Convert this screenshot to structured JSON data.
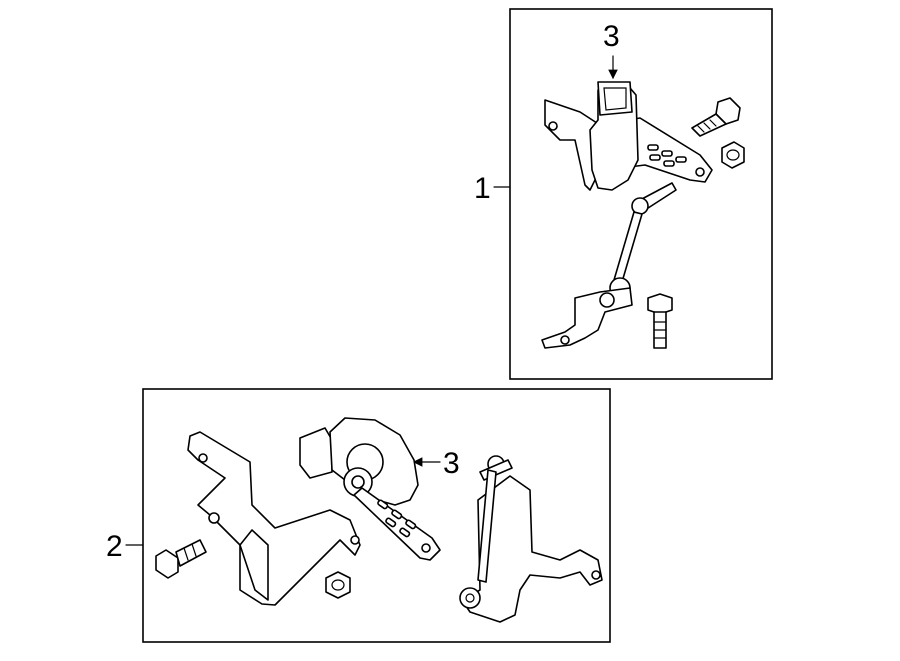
{
  "callouts": {
    "assembly_1": "1",
    "assembly_2": "2",
    "sensor_upper": "3",
    "sensor_lower": "3"
  }
}
